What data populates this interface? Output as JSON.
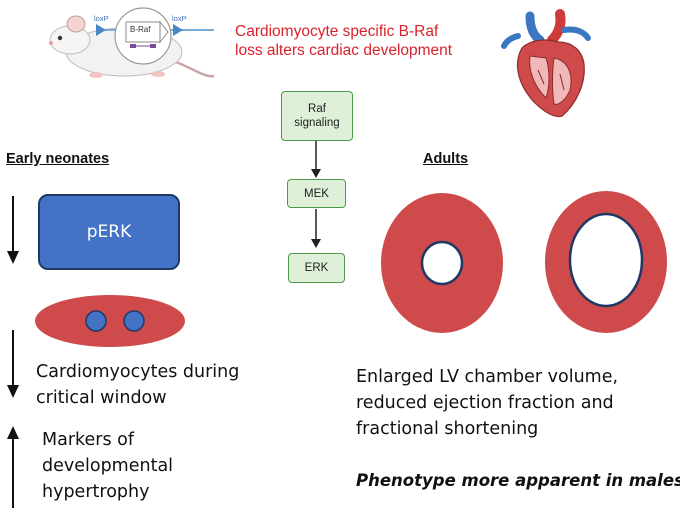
{
  "title": {
    "line1": "Cardiomyocyte specific B-Raf",
    "line2": "loss alters cardiac development"
  },
  "mouse_graphic": {
    "loxp_left": "loxP",
    "loxp_right": "loxP",
    "gene_label": "B-Raf"
  },
  "pathway": {
    "nodes": [
      "Raf\nsignaling",
      "MEK",
      "ERK"
    ]
  },
  "early_neonates": {
    "heading": "Early neonates",
    "perk_label": "pERK",
    "cardiomyocytes_line1": "Cardiomyocytes during",
    "cardiomyocytes_line2": "critical window",
    "markers_line1": "Markers of",
    "markers_line2": "developmental",
    "markers_line3": "hypertrophy"
  },
  "adults": {
    "heading": "Adults",
    "text_line1": "Enlarged LV chamber volume,",
    "text_line2": "reduced ejection fraction and",
    "text_line3": "fractional shortening",
    "phenotype": "Phenotype more apparent in males"
  },
  "colors": {
    "title_red": "#d9222a",
    "pathway_green_fill": "#dff0d8",
    "pathway_green_border": "#4e9a44",
    "perk_blue": "#4472c4",
    "cell_red": "#cf4a4a",
    "nucleus_blue": "#4472c4"
  },
  "icons": [
    "mouse-icon",
    "heart-icon",
    "down-arrow-icon",
    "up-arrow-icon"
  ]
}
